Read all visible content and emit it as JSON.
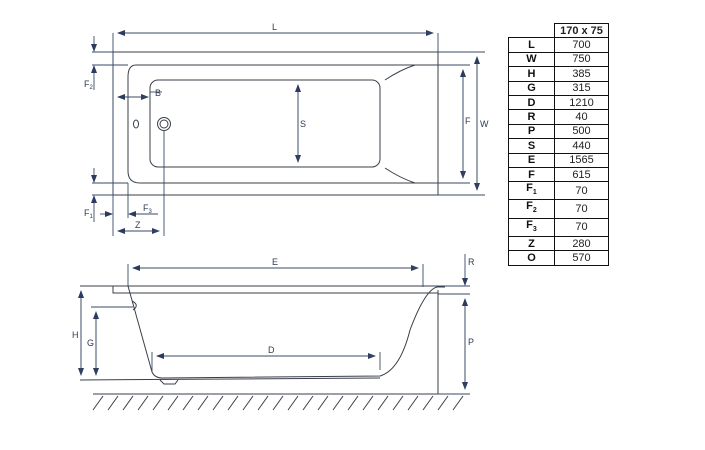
{
  "table": {
    "model_header": "170 x 75",
    "rows": [
      {
        "key": "L",
        "sub": "",
        "value": "700"
      },
      {
        "key": "W",
        "sub": "",
        "value": "750"
      },
      {
        "key": "H",
        "sub": "",
        "value": "385"
      },
      {
        "key": "G",
        "sub": "",
        "value": "315"
      },
      {
        "key": "D",
        "sub": "",
        "value": "1210"
      },
      {
        "key": "R",
        "sub": "",
        "value": "40"
      },
      {
        "key": "P",
        "sub": "",
        "value": "500"
      },
      {
        "key": "S",
        "sub": "",
        "value": "440"
      },
      {
        "key": "E",
        "sub": "",
        "value": "1565"
      },
      {
        "key": "F",
        "sub": "",
        "value": "615"
      },
      {
        "key": "F",
        "sub": "1",
        "value": "70"
      },
      {
        "key": "F",
        "sub": "2",
        "value": "70"
      },
      {
        "key": "F",
        "sub": "3",
        "value": "70"
      },
      {
        "key": "Z",
        "sub": "",
        "value": "280"
      },
      {
        "key": "O",
        "sub": "",
        "value": "570"
      }
    ]
  },
  "top_view": {
    "labels": {
      "L": "L",
      "W": "W",
      "F": "F",
      "S": "S",
      "B": "B",
      "Z": "Z",
      "F1": "F",
      "F1_sub": "1",
      "F2": "F",
      "F2_sub": "2",
      "F3": "F",
      "F3_sub": "3"
    }
  },
  "side_view": {
    "labels": {
      "E": "E",
      "D": "D",
      "H": "H",
      "G": "G",
      "R": "R",
      "P": "P"
    }
  }
}
